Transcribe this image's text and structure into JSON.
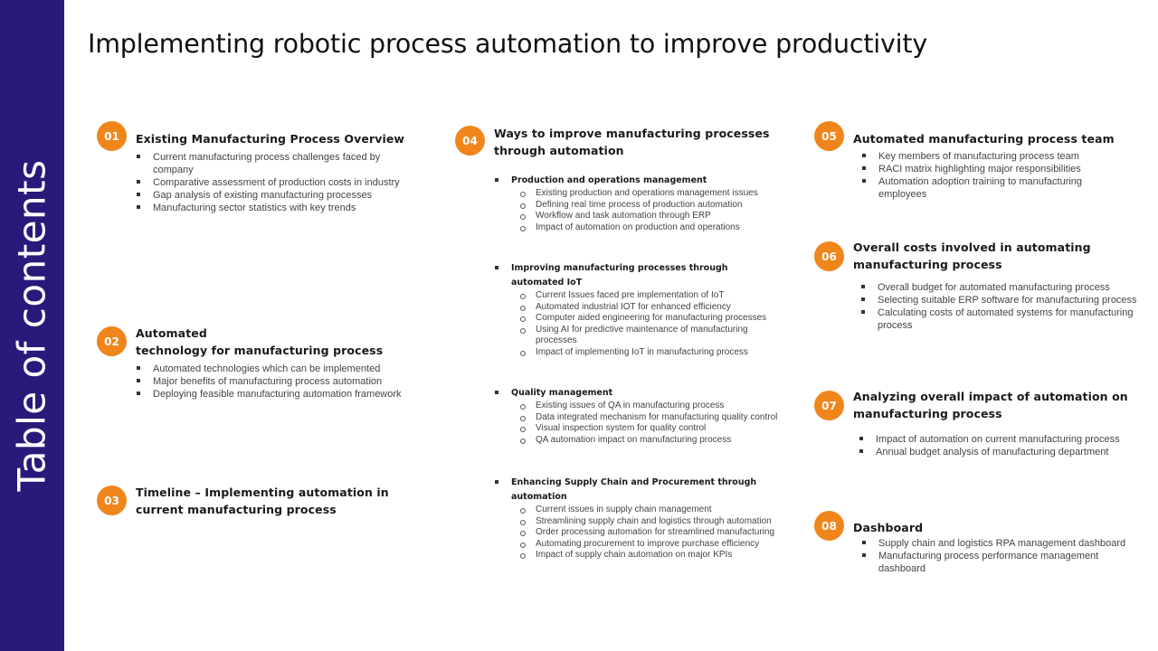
{
  "sidebar": {
    "title": "Table of contents",
    "color": "#271a7a"
  },
  "page": {
    "title": "Implementing robotic process automation to improve productivity"
  },
  "accent_color": "#f0861b",
  "sections": [
    {
      "number": "01",
      "title": "Existing Manufacturing Process Overview",
      "items": [
        "Current manufacturing process challenges faced by company",
        "Comparative assessment of production costs in industry",
        "Gap analysis of existing manufacturing processes",
        "Manufacturing sector statistics with key trends"
      ]
    },
    {
      "number": "02",
      "title_line1": "Automated",
      "title_line2": "technology for manufacturing process",
      "items": [
        "Automated technologies which can be implemented",
        "Major benefits of manufacturing process automation",
        "Deploying feasible manufacturing automation framework"
      ]
    },
    {
      "number": "03",
      "title_line1": "Timeline – Implementing automation in",
      "title_line2": "current manufacturing process"
    },
    {
      "number": "04",
      "title_line1": "Ways to improve manufacturing processes",
      "title_line2": "through automation",
      "groups": [
        {
          "heading": "Production and operations management",
          "items": [
            "Existing production and operations management issues",
            "Defining real time process of production automation",
            "Workflow and task automation through ERP",
            "Impact of automation on production and operations"
          ]
        },
        {
          "heading_line1": "Improving manufacturing processes through",
          "heading_line2": "automated IoT",
          "items": [
            "Current Issues faced pre implementation of IoT",
            "Automated industrial IOT for enhanced efficiency",
            "Computer aided engineering for manufacturing processes",
            "Using AI for predictive maintenance of manufacturing processes",
            "Impact of implementing IoT in manufacturing process"
          ]
        },
        {
          "heading": "Quality management",
          "items": [
            "Existing issues of QA in manufacturing process",
            "Data integrated mechanism for manufacturing quality control",
            "Visual inspection system for quality control",
            "QA automation impact on manufacturing process"
          ]
        },
        {
          "heading_line1": "Enhancing Supply Chain and Procurement through",
          "heading_line2": "automation",
          "items": [
            "Current issues in supply chain management",
            "Streamlining supply chain and logistics through automation",
            "Order processing automation for streamlined manufacturing",
            "Automating procurement to improve purchase efficiency",
            "Impact of supply chain automation on major KPIs"
          ]
        }
      ]
    },
    {
      "number": "05",
      "title": "Automated manufacturing process team",
      "items": [
        "Key members of manufacturing process team",
        "RACI matrix highlighting major responsibilities",
        "Automation adoption training to manufacturing employees"
      ]
    },
    {
      "number": "06",
      "title_line1": "Overall costs involved in automating",
      "title_line2": "manufacturing process",
      "items": [
        "Overall budget for automated manufacturing process",
        "Selecting suitable ERP software for manufacturing process",
        "Calculating costs of automated systems for manufacturing process"
      ]
    },
    {
      "number": "07",
      "title_line1": "Analyzing overall impact of automation on",
      "title_line2": "manufacturing process",
      "items": [
        "Impact of automation on current manufacturing process",
        "Annual budget analysis of manufacturing department"
      ]
    },
    {
      "number": "08",
      "title": "Dashboard",
      "items": [
        "Supply chain and logistics RPA management dashboard",
        "Manufacturing process performance management dashboard"
      ]
    }
  ]
}
